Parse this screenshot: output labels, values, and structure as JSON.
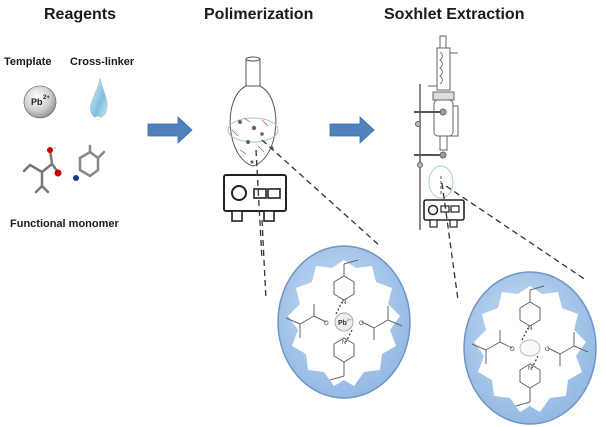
{
  "titles": {
    "reagents": "Reagents",
    "polimerization": "Polimerization",
    "soxhlet": "Soxhlet Extraction"
  },
  "labels": {
    "template": "Template",
    "cross_linker": "Cross-linker",
    "functional_monomer": "Functional monomer",
    "pb_ion": "Pb",
    "pb_charge": "2+"
  },
  "complex": {
    "metal": "Pb",
    "metal_charge": "2+",
    "oxygen": "O",
    "nitrogen": "N"
  },
  "colors": {
    "arrow": "#4f81bd",
    "cavity_blue": "#9dc3e6",
    "cavity_edge": "#7fa7d6"
  }
}
